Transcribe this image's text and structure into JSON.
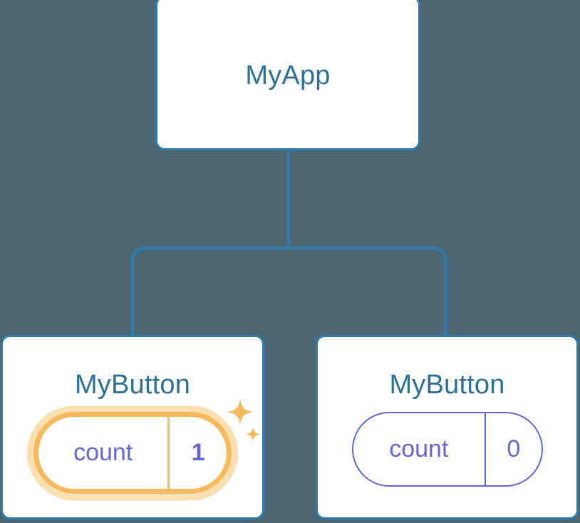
{
  "diagram": {
    "type": "component-tree",
    "background_color": "#4c6672",
    "node_border_color": "#2f7caf",
    "node_title_color": "#2d7099",
    "state_text_color": "#6366d8",
    "highlight_color": "#f7b95c",
    "highlight_glow_color": "#fadfb0",
    "connector_color": "#2f7caf"
  },
  "root": {
    "title": "MyApp"
  },
  "children": [
    {
      "title": "MyButton",
      "state": {
        "key": "count",
        "value": "1"
      },
      "highlighted": true,
      "sparkle_icons": [
        "sparkle-large-icon",
        "sparkle-small-icon"
      ]
    },
    {
      "title": "MyButton",
      "state": {
        "key": "count",
        "value": "0"
      },
      "highlighted": false,
      "sparkle_icons": []
    }
  ]
}
